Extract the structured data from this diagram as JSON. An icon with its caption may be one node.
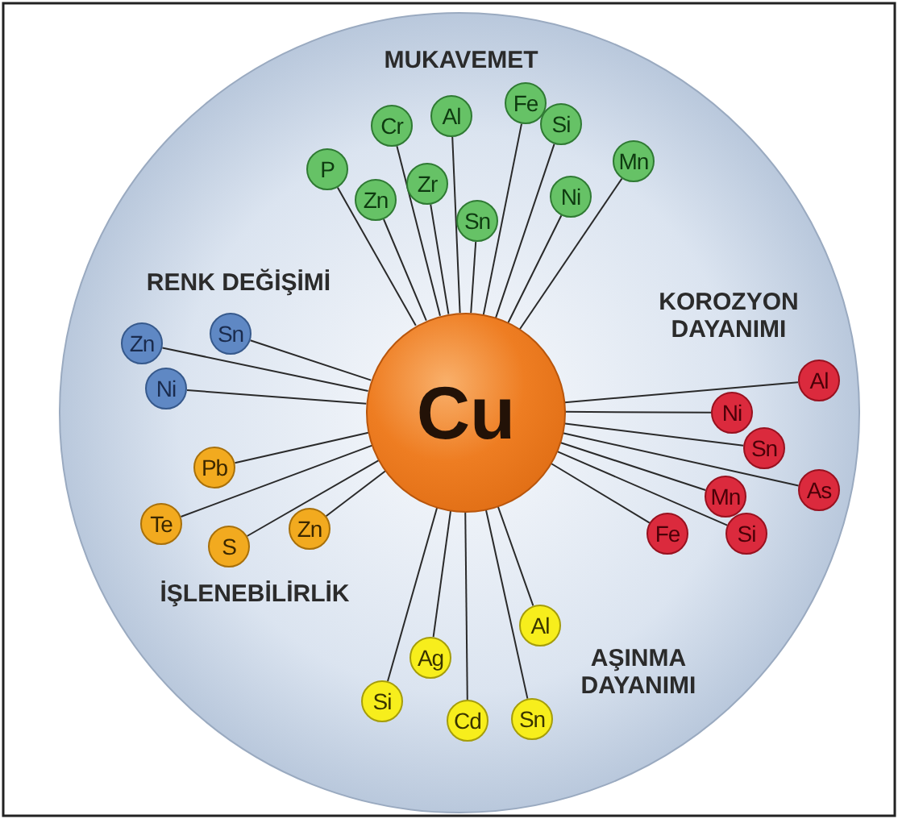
{
  "diagram": {
    "nodes": [
      {
        "text": [
          "Cu"
        ]
      },
      {
        "text": [
          "P"
        ]
      },
      {
        "text": [
          "Cr"
        ]
      },
      {
        "text": [
          "Zn"
        ]
      },
      {
        "text": [
          "Al"
        ]
      },
      {
        "text": [
          "Zr"
        ]
      },
      {
        "text": [
          "Fe"
        ]
      },
      {
        "text": [
          "Sn"
        ]
      },
      {
        "text": [
          "Si"
        ]
      },
      {
        "text": [
          "Ni"
        ]
      },
      {
        "text": [
          "Mn"
        ]
      },
      {
        "text": [
          "Zn"
        ]
      },
      {
        "text": [
          "Sn"
        ]
      },
      {
        "text": [
          "Ni"
        ]
      },
      {
        "text": [
          "Pb"
        ]
      },
      {
        "text": [
          "Te"
        ]
      },
      {
        "text": [
          "S"
        ]
      },
      {
        "text": [
          "Zn"
        ]
      },
      {
        "text": [
          "Al"
        ]
      },
      {
        "text": [
          "Ni"
        ]
      },
      {
        "text": [
          "Sn"
        ]
      },
      {
        "text": [
          "As"
        ]
      },
      {
        "text": [
          "Mn"
        ]
      },
      {
        "text": [
          "Fe"
        ]
      },
      {
        "text": [
          "Si"
        ]
      },
      {
        "text": [
          "Al"
        ]
      },
      {
        "text": [
          "Ag"
        ]
      },
      {
        "text": [
          "Si"
        ]
      },
      {
        "text": [
          "Cd"
        ]
      },
      {
        "text": [
          "Sn"
        ]
      }
    ],
    "edges": [
      {
        "from": 1,
        "to": 0,
        "arrow": "none"
      },
      {
        "from": 2,
        "to": 0,
        "arrow": "none"
      },
      {
        "from": 3,
        "to": 0,
        "arrow": "none"
      },
      {
        "from": 4,
        "to": 0,
        "arrow": "none"
      },
      {
        "from": 5,
        "to": 0,
        "arrow": "none"
      },
      {
        "from": 6,
        "to": 0,
        "arrow": "none"
      },
      {
        "from": 7,
        "to": 0,
        "arrow": "none"
      },
      {
        "from": 8,
        "to": 0,
        "arrow": "none"
      },
      {
        "from": 9,
        "to": 0,
        "arrow": "none"
      },
      {
        "from": 10,
        "to": 0,
        "arrow": "none"
      },
      {
        "from": 11,
        "to": 0,
        "arrow": "none"
      },
      {
        "from": 12,
        "to": 0,
        "arrow": "none"
      },
      {
        "from": 13,
        "to": 0,
        "arrow": "none"
      },
      {
        "from": 14,
        "to": 0,
        "arrow": "none"
      },
      {
        "from": 15,
        "to": 0,
        "arrow": "none"
      },
      {
        "from": 16,
        "to": 0,
        "arrow": "none"
      },
      {
        "from": 17,
        "to": 0,
        "arrow": "none"
      },
      {
        "from": 18,
        "to": 0,
        "arrow": "none"
      },
      {
        "from": 19,
        "to": 0,
        "arrow": "none"
      },
      {
        "from": 20,
        "to": 0,
        "arrow": "none"
      },
      {
        "from": 21,
        "to": 0,
        "arrow": "none"
      },
      {
        "from": 22,
        "to": 0,
        "arrow": "none"
      },
      {
        "from": 23,
        "to": 0,
        "arrow": "none"
      },
      {
        "from": 24,
        "to": 0,
        "arrow": "none"
      },
      {
        "from": 25,
        "to": 0,
        "arrow": "none"
      },
      {
        "from": 26,
        "to": 0,
        "arrow": "none"
      },
      {
        "from": 27,
        "to": 0,
        "arrow": "none"
      },
      {
        "from": 28,
        "to": 0,
        "arrow": "none"
      },
      {
        "from": 29,
        "to": 0,
        "arrow": "none"
      }
    ],
    "labels": [
      "MUKAVEMET",
      "RENK DEĞİŞİMİ",
      "KOROZYON DAYANIMI",
      "İŞLENEBİLİRLİK",
      "AŞINMA DAYANIMI"
    ]
  }
}
